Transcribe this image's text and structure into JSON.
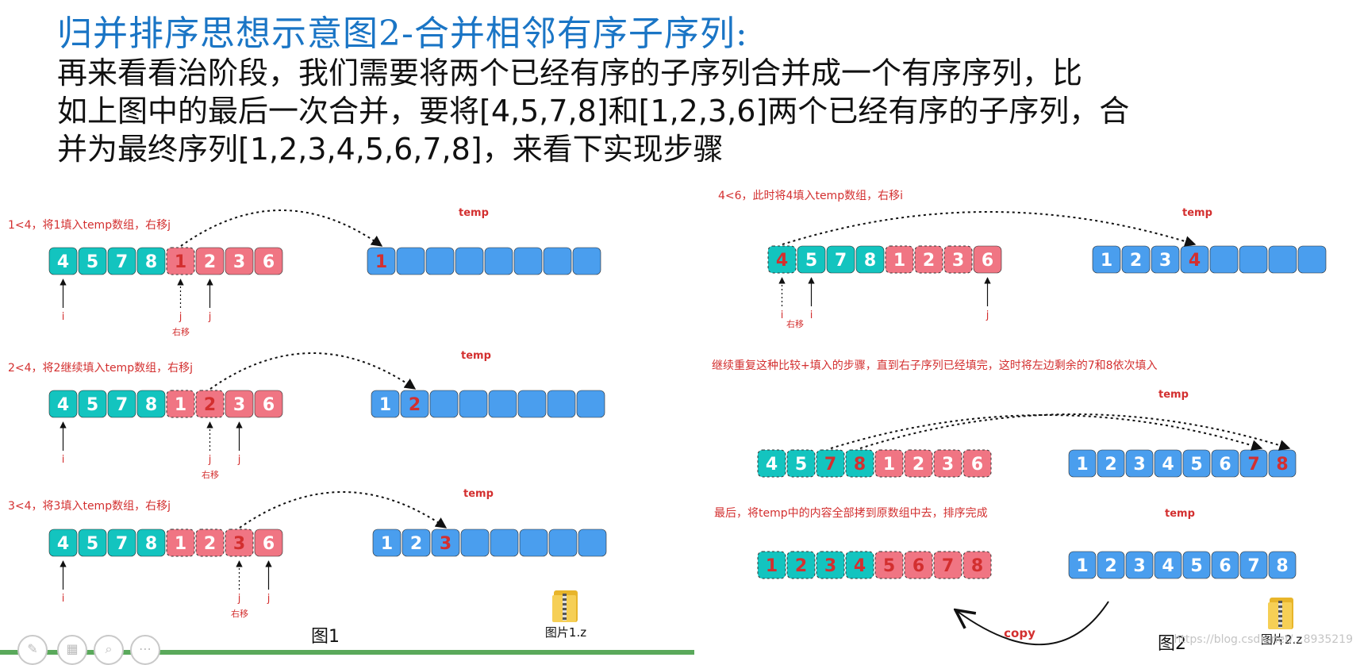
{
  "title": "归并排序思想示意图2-合并相邻有序子序列:",
  "body_lines": [
    "再来看看治阶段，我们需要将两个已经有序的子序列合并成一个有序序列，比",
    "如上图中的最后一次合并，要将[4,5,7,8]和[1,2,3,6]两个已经有序的子序列，合",
    "并为最终序列[1,2,3,4,5,6,7,8]，来看下实现步骤"
  ],
  "captions": {
    "fig1": "图1",
    "fig2": "图2"
  },
  "files": {
    "file1": "图片1.z",
    "file2": "图片2.z"
  },
  "watermark": "https://blog.csdn.net/...8935219",
  "colors": {
    "teal": "#13c4bf",
    "pink": "#f07583",
    "blue": "#4a9eee",
    "red_text": "#d32f2f",
    "title": "#1a75c5"
  },
  "figure1": {
    "steps": [
      {
        "label": "1<4，将1填入temp数组，右移j",
        "temp_label": "temp",
        "left": {
          "values": [
            "4",
            "5",
            "7",
            "8"
          ],
          "highlight": [],
          "dim": []
        },
        "right": {
          "values": [
            "1",
            "2",
            "3",
            "6"
          ],
          "highlight": [
            0
          ],
          "dim": []
        },
        "temp": [
          "1",
          "",
          "",
          "",
          "",
          "",
          "",
          ""
        ],
        "temp_highlight": [
          0
        ],
        "pointers": [
          {
            "label": "i",
            "on": "left",
            "index": 0,
            "style": "solid"
          },
          {
            "label": "j",
            "on": "right",
            "index": 0,
            "style": "dashed"
          },
          {
            "label": "j",
            "on": "right",
            "index": 1,
            "style": "solid"
          }
        ],
        "move_label": "右移"
      },
      {
        "label": "2<4，将2继续填入temp数组，右移j",
        "temp_label": "temp",
        "left": {
          "values": [
            "4",
            "5",
            "7",
            "8"
          ],
          "highlight": [],
          "dim": []
        },
        "right": {
          "values": [
            "1",
            "2",
            "3",
            "6"
          ],
          "highlight": [
            1
          ],
          "dim": [
            0
          ]
        },
        "temp": [
          "1",
          "2",
          "",
          "",
          "",
          "",
          "",
          ""
        ],
        "temp_highlight": [
          1
        ],
        "pointers": [
          {
            "label": "i",
            "on": "left",
            "index": 0,
            "style": "solid"
          },
          {
            "label": "j",
            "on": "right",
            "index": 1,
            "style": "dashed"
          },
          {
            "label": "j",
            "on": "right",
            "index": 2,
            "style": "solid"
          }
        ],
        "move_label": "右移"
      },
      {
        "label": "3<4，将3填入temp数组，右移j",
        "temp_label": "temp",
        "left": {
          "values": [
            "4",
            "5",
            "7",
            "8"
          ],
          "highlight": [],
          "dim": []
        },
        "right": {
          "values": [
            "1",
            "2",
            "3",
            "6"
          ],
          "highlight": [
            2
          ],
          "dim": [
            0,
            1
          ]
        },
        "temp": [
          "1",
          "2",
          "3",
          "",
          "",
          "",
          "",
          ""
        ],
        "temp_highlight": [
          2
        ],
        "pointers": [
          {
            "label": "i",
            "on": "left",
            "index": 0,
            "style": "solid"
          },
          {
            "label": "j",
            "on": "right",
            "index": 2,
            "style": "dashed"
          },
          {
            "label": "j",
            "on": "right",
            "index": 3,
            "style": "solid"
          }
        ],
        "move_label": "右移"
      }
    ]
  },
  "figure2": {
    "steps": [
      {
        "label": "4<6，此时将4填入temp数组，右移i",
        "temp_label": "temp",
        "left": {
          "values": [
            "4",
            "5",
            "7",
            "8"
          ],
          "highlight": [
            0
          ],
          "dim": []
        },
        "right": {
          "values": [
            "1",
            "2",
            "3",
            "6"
          ],
          "highlight": [],
          "dim": [
            0,
            1,
            2
          ]
        },
        "temp": [
          "1",
          "2",
          "3",
          "4",
          "",
          "",
          "",
          ""
        ],
        "temp_highlight": [
          3
        ],
        "pointers": [
          {
            "label": "i",
            "on": "left",
            "index": 0,
            "style": "dashed"
          },
          {
            "label": "i",
            "on": "left",
            "index": 1,
            "style": "solid"
          },
          {
            "label": "j",
            "on": "right",
            "index": 3,
            "style": "solid"
          }
        ],
        "move_label": "右移"
      },
      {
        "label": "继续重复这种比较+填入的步骤，直到右子序列已经填完，这时将左边剩余的7和8依次填入",
        "temp_label": "temp",
        "left": {
          "values": [
            "4",
            "5",
            "7",
            "8"
          ],
          "highlight": [
            2,
            3
          ],
          "dim": [
            0,
            1
          ]
        },
        "right": {
          "values": [
            "1",
            "2",
            "3",
            "6"
          ],
          "highlight": [],
          "dim": [
            0,
            1,
            2,
            3
          ]
        },
        "temp": [
          "1",
          "2",
          "3",
          "4",
          "5",
          "6",
          "7",
          "8"
        ],
        "temp_highlight": [
          6,
          7
        ]
      },
      {
        "label": "最后，将temp中的内容全部拷到原数组中去，排序完成",
        "temp_label": "temp",
        "result": [
          "1",
          "2",
          "3",
          "4",
          "5",
          "6",
          "7",
          "8"
        ],
        "temp": [
          "1",
          "2",
          "3",
          "4",
          "5",
          "6",
          "7",
          "8"
        ],
        "copy_label": "copy"
      }
    ]
  }
}
